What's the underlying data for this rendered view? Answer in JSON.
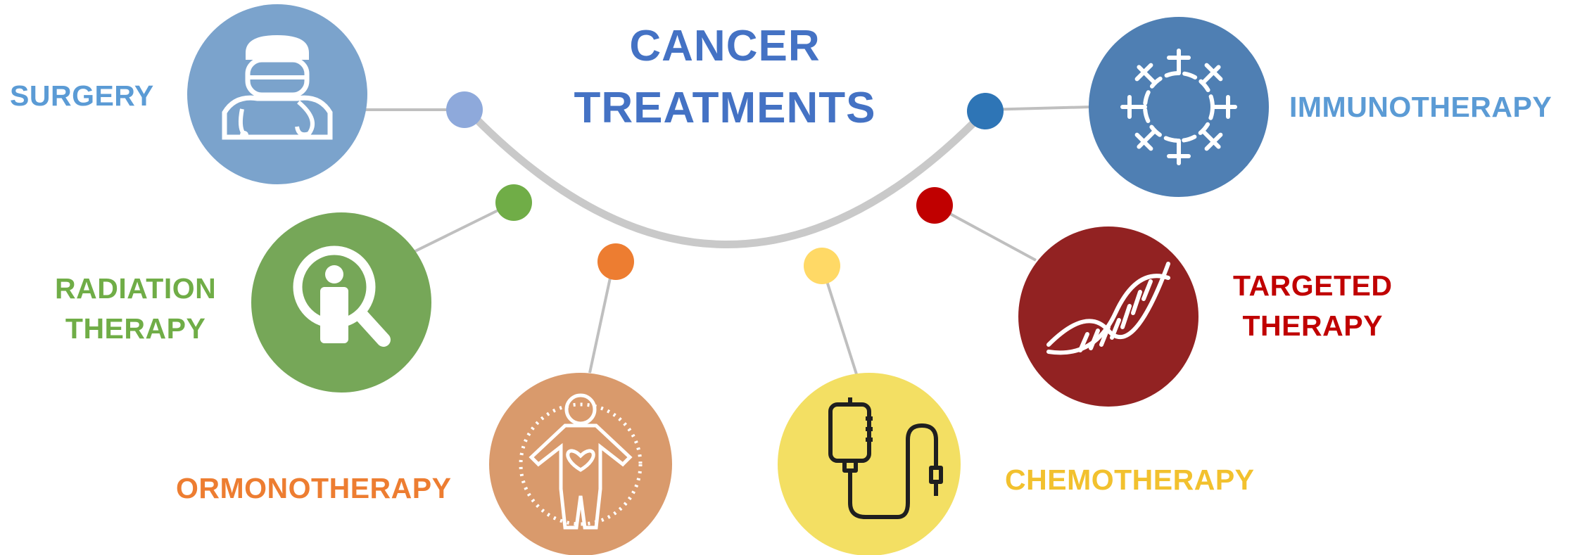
{
  "title": {
    "line1": "CANCER",
    "line2": "TREATMENTS",
    "color": "#4472C4"
  },
  "colors": {
    "arc": "#C9C9C9",
    "connector": "#BFBFBF",
    "icon_stroke": "#FFFFFF",
    "chemo_icon_stroke": "#1F1F1F"
  },
  "treatments": [
    {
      "id": "surgery",
      "label_lines": [
        "SURGERY"
      ],
      "label_color": "#5B9BD5",
      "circle_color": "#7BA3CC",
      "node_color": "#8EA9DB",
      "icon": "surgeon-icon"
    },
    {
      "id": "radiation",
      "label_lines": [
        "RADIATION",
        "THERAPY"
      ],
      "label_color": "#70AD47",
      "circle_color": "#76A758",
      "node_color": "#70AD47",
      "icon": "body-scan-icon"
    },
    {
      "id": "ormono",
      "label_lines": [
        "ORMONOTHERAPY"
      ],
      "label_color": "#ED7D31",
      "circle_color": "#D99A6C",
      "node_color": "#ED7D31",
      "icon": "body-heart-icon"
    },
    {
      "id": "chemo",
      "label_lines": [
        "CHEMOTHERAPY"
      ],
      "label_color": "#F2C12E",
      "circle_color": "#F3DF63",
      "node_color": "#FFD966",
      "icon": "iv-drip-icon"
    },
    {
      "id": "targeted",
      "label_lines": [
        "TARGETED",
        "THERAPY"
      ],
      "label_color": "#C00000",
      "circle_color": "#922222",
      "node_color": "#C00000",
      "icon": "dna-icon"
    },
    {
      "id": "immuno",
      "label_lines": [
        "IMMUNOTHERAPY"
      ],
      "label_color": "#5B9BD5",
      "circle_color": "#4F7FB3",
      "node_color": "#2E75B6",
      "icon": "immune-cell-icon"
    }
  ]
}
